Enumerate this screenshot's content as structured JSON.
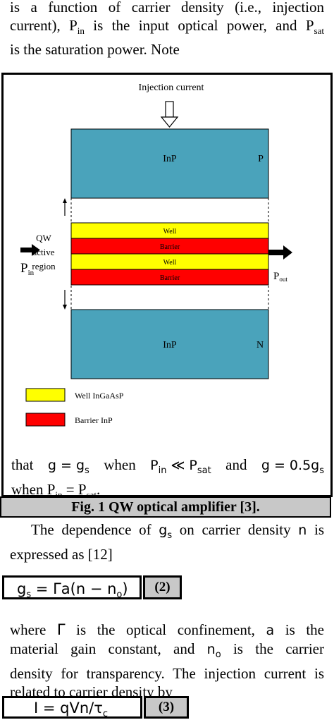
{
  "top_text": {
    "line1": "is a function of carrier density (i.e., injection",
    "line2a": "current), P",
    "line2_sub_in": "in",
    "line2b": " is the input optical power, and P",
    "line2_sub_sat": "sat",
    "line3": "is the saturation power. Note"
  },
  "figure": {
    "injection_label": "Injection current",
    "inp_top": "InP",
    "p_label": "P",
    "qw_label_1": "QW",
    "qw_label_2": "active",
    "qw_label_3": "region",
    "pin_main": "P",
    "pin_sub": "in",
    "pout_main": "P",
    "pout_sub": "out",
    "layers": [
      "Well",
      "Barrier",
      "Well",
      "Barrier"
    ],
    "inp_bottom": "InP",
    "n_label": "N",
    "legend": [
      {
        "label": "Well InGaAsP",
        "color": "#ffff00"
      },
      {
        "label": "Barrier InP",
        "color": "#ff0000"
      }
    ],
    "colors": {
      "inp": "#4aa3bb",
      "well": "#ffff00",
      "barrier": "#ff0000"
    }
  },
  "note_text": {
    "l1a": "that",
    "l1_eq1": "g = g",
    "l1_eq1_sub": "s",
    "l1_when": "when",
    "l1_eq2a": "P",
    "l1_eq2_sub": "in",
    "l1_eq2b": " ≪ P",
    "l1_eq2_sub2": "sat",
    "l1_and": "and",
    "l1_eq3": "g = 0.5g",
    "l1_eq3_sub": "s",
    "l2a": "when P",
    "l2_sub1": "in",
    "l2b": " = P",
    "l2_sub2": "sat",
    "l2c": "."
  },
  "caption": "Fig. 1 QW optical amplifier [3].",
  "dependence_text": {
    "l1a": "The dependence of ",
    "l1_gs": "g",
    "l1_gs_sub": "s",
    "l1b": " on carrier density ",
    "l1_n": "n",
    "l1c": " is",
    "l2": "expressed as [12]"
  },
  "eq2": {
    "lhs": "g",
    "lhs_sub": "s",
    "rhs": " = Γa(n − n",
    "rhs_sub": "o",
    "close": ")",
    "number": "(2)"
  },
  "where_text": {
    "l1a": "where ",
    "gamma": "Γ",
    "l1b": " is the optical confinement, ",
    "a": "a",
    "l1c": " is the",
    "l2": "material gain constant, and ",
    "n": "n",
    "n_sub": "o",
    "l2b": " is the carrier",
    "l3": "density for transparency. The injection current is",
    "l4": "related to carrier density by"
  },
  "eq3": {
    "expr": "I = qVn/τ",
    "expr_sub": "c",
    "number": "(3)"
  }
}
